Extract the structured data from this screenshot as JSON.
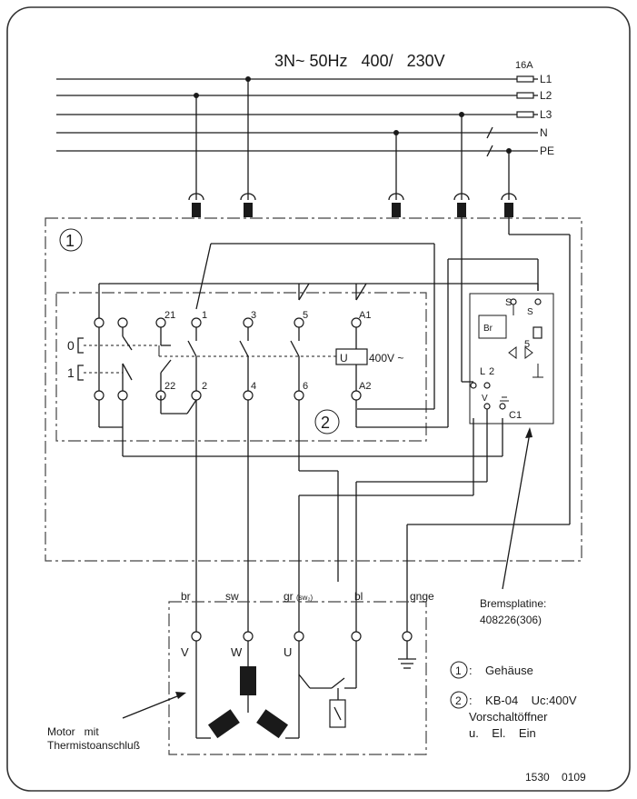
{
  "supply": {
    "title": "3N~ 50Hz   400/   230V",
    "fuse": "16A",
    "lines": [
      "L1",
      "L2",
      "L3",
      "N",
      "PE"
    ]
  },
  "housing_number": "1",
  "contactor_number": "2",
  "switch_positions": [
    "0",
    "1"
  ],
  "contact_numbers": [
    "21",
    "1",
    "3",
    "5",
    "A1",
    "22",
    "2",
    "4",
    "6",
    "A2"
  ],
  "coil": {
    "label": "U",
    "voltage": "400V ~"
  },
  "brake_board": {
    "terminals": [
      "S",
      "S",
      "5",
      "L",
      "2",
      "V",
      "C1"
    ],
    "label_br": "Br",
    "caption_1": "Bremsplatine:",
    "caption_2": "408226(306)"
  },
  "motor": {
    "wire_colors": [
      "br",
      "sw",
      "gr",
      "(sw₂)",
      "bl",
      "gnge"
    ],
    "terminals": [
      "V",
      "W",
      "U"
    ],
    "caption_1": "Motor   mit",
    "caption_2": "Thermistoanschluß"
  },
  "legend": {
    "item1_num": "1",
    "item1_text": ":    Gehäuse",
    "item2_num": "2",
    "item2_line1": ":    KB-04    Uc:400V",
    "item2_line2": "Vorschaltöffner",
    "item2_line3": "u.    El.    Ein"
  },
  "drawing_number": "1530    0109"
}
